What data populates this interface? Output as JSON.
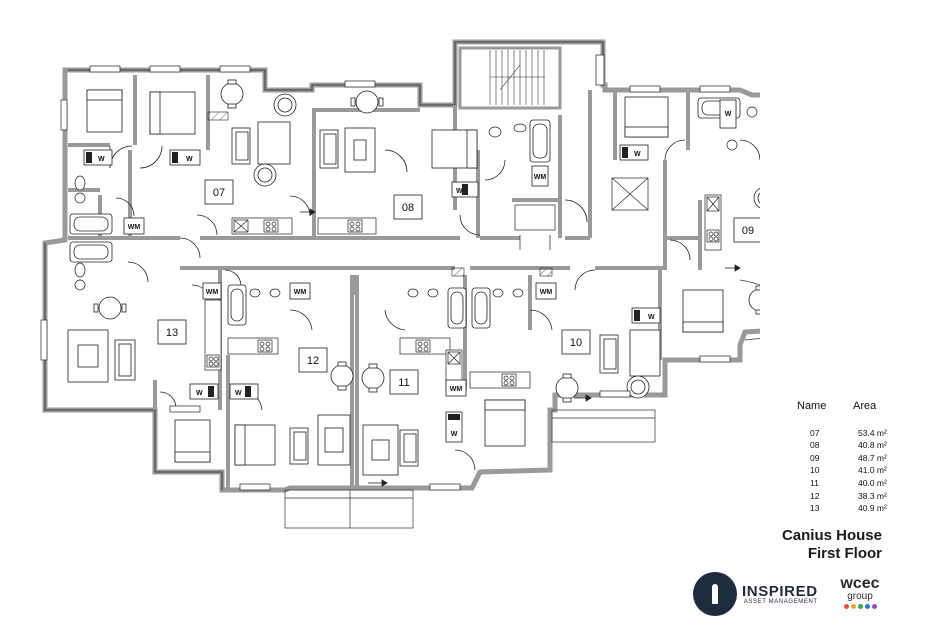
{
  "units": [
    {
      "id": "07"
    },
    {
      "id": "08"
    },
    {
      "id": "09"
    },
    {
      "id": "10"
    },
    {
      "id": "11"
    },
    {
      "id": "12"
    },
    {
      "id": "13"
    }
  ],
  "fixtures": {
    "washer": "WM",
    "wash": "W"
  },
  "area_table": {
    "header_name": "Name",
    "header_area": "Area",
    "rows": [
      {
        "name": "07",
        "area": "53.4 m²"
      },
      {
        "name": "08",
        "area": "40.8 m²"
      },
      {
        "name": "09",
        "area": "48.7 m²"
      },
      {
        "name": "10",
        "area": "41.0 m²"
      },
      {
        "name": "11",
        "area": "40.0 m²"
      },
      {
        "name": "12",
        "area": "38.3 m²"
      },
      {
        "name": "13",
        "area": "40.9 m²"
      }
    ]
  },
  "title": {
    "line1": "Canius House",
    "line2": "First Floor"
  },
  "logos": {
    "inspired_name": "INSPIRED",
    "inspired_sub": "ASSET MANAGEMENT",
    "wcec_name": "wcec",
    "wcec_sub": "group",
    "wcec_dot_colors": [
      "#e94e3d",
      "#f2a23a",
      "#3fa34d",
      "#2c7bd1",
      "#8b4fc4"
    ]
  },
  "colors": {
    "wall": "#9a9a9a",
    "wall_edge": "#222222",
    "line": "#222222"
  }
}
